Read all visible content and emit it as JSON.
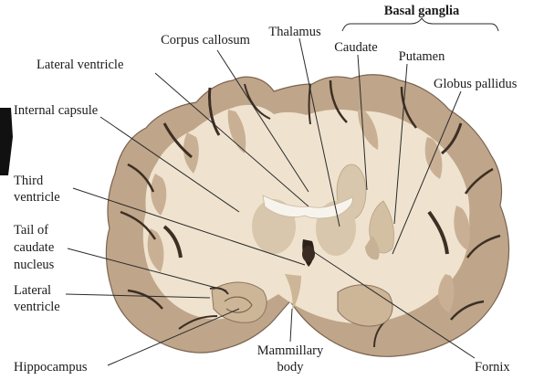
{
  "labels": {
    "basal_ganglia": "Basal ganglia",
    "thalamus": "Thalamus",
    "corpus_callosum": "Corpus callosum",
    "caudate": "Caudate",
    "putamen": "Putamen",
    "lateral_ventricle_top": "Lateral ventricle",
    "globus_pallidus": "Globus pallidus",
    "internal_capsule": "Internal capsule",
    "third_ventricle_1": "Third",
    "third_ventricle_2": "ventricle",
    "tail_caudate_1": "Tail of",
    "tail_caudate_2": "caudate",
    "tail_caudate_3": "nucleus",
    "lateral_ventricle_low_1": "Lateral",
    "lateral_ventricle_low_2": "ventricle",
    "hippocampus": "Hippocampus",
    "mammillary_1": "Mammillary",
    "mammillary_2": "body",
    "fornix": "Fornix"
  },
  "colors": {
    "white_matter": "#efe3cf",
    "gray_matter": "#bfa58a",
    "cortex_dark": "#8d7560",
    "sulcus": "#3d2f24",
    "ventricle": "#f7f4ee",
    "deep_nuclei": "#d8c7ad",
    "label_text": "#1b1b1b"
  }
}
